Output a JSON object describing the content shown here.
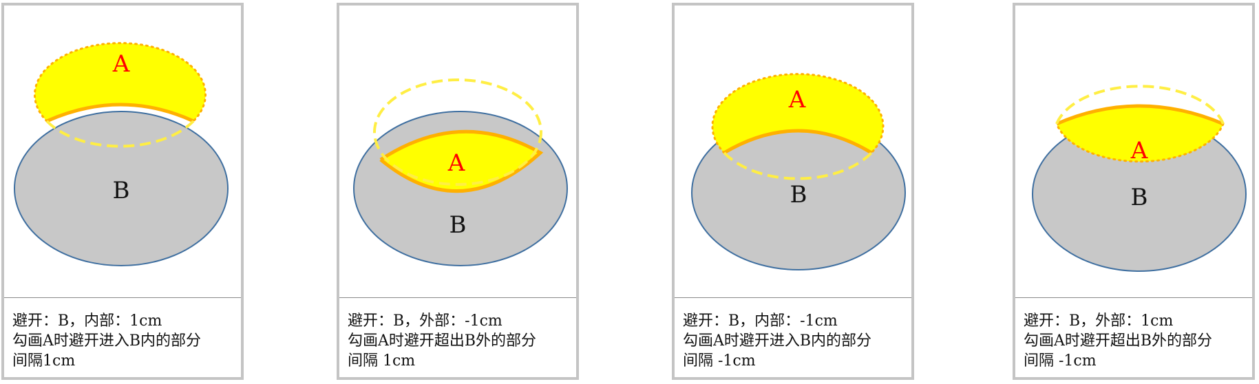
{
  "panels": [
    {
      "label_a": "A",
      "label_b": "B",
      "caption": [
        "避开：B，内部：1cm",
        "勾画A时避开进入B内的部分",
        "间隔1cm"
      ]
    },
    {
      "label_a": "A",
      "label_b": "B",
      "caption": [
        "避开：B，外部：-1cm",
        "勾画A时避开超出B外的部分",
        "间隔 1cm"
      ]
    },
    {
      "label_a": "A",
      "label_b": "B",
      "caption": [
        "避开：B，内部：-1cm",
        "勾画A时避开进入B内的部分",
        "间隔 -1cm"
      ]
    },
    {
      "label_a": "A",
      "label_b": "B",
      "caption": [
        "避开：B，外部：1cm",
        "勾画A时避开超出B外的部分",
        "间隔 -1cm"
      ]
    }
  ],
  "colors": {
    "ellipse_b_fill": "#c8c8c8",
    "ellipse_b_stroke": "#3f6fa0",
    "region_a_fill": "#ffff00",
    "orange_edge": "#ffb000",
    "dashed_outline": "#ffee44",
    "label_a": "#ff0000",
    "label_b": "#111111",
    "frame": "#c4c4c4"
  }
}
